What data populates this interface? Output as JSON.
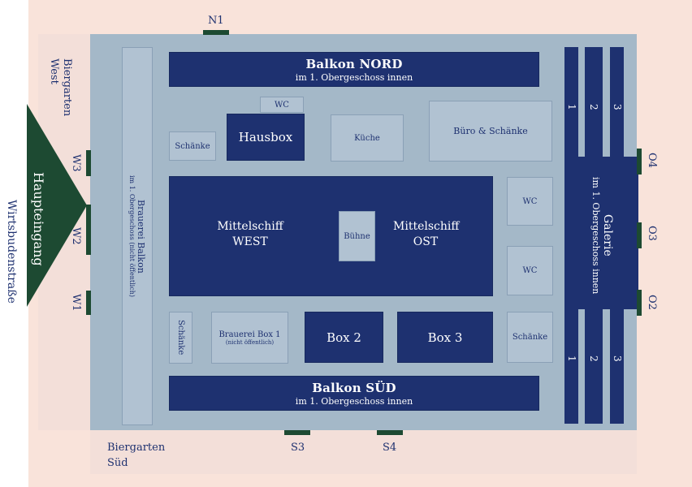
{
  "areas": {
    "biergarten_west": "Biergarten West",
    "biergarten_sued": "Biergarten Süd",
    "street": "Wirtsbudenstraße",
    "haupteingang": "Haupteingang"
  },
  "rooms": {
    "balkon_nord": {
      "title": "Balkon NORD",
      "sub": "im 1. Obergeschoss innen"
    },
    "balkon_sued": {
      "title": "Balkon SÜD",
      "sub": "im 1. Obergeschoss innen"
    },
    "brauerei_balkon": {
      "title": "Brauerei Balkon",
      "sub": "im 1. Obergeschoss (nicht öffentlich)"
    },
    "galerie": {
      "title": "Galerie",
      "sub": "im 1. Obergeschoss innen"
    },
    "schaenke_nw": "Schänke",
    "wc_top": "WC",
    "hausbox": "Hausbox",
    "kueche": "Küche",
    "buero_schaenke": "Büro & Schänke",
    "mittelschiff_west": "Mittelschiff WEST",
    "mittelschiff_ost": "Mittelschiff OST",
    "buehne": "Bühne",
    "wc_right_1": "WC",
    "wc_right_2": "WC",
    "schaenke_sw": "Schänke",
    "brauerei_box1": {
      "title": "Brauerei Box 1",
      "sub": "(nicht öffentlich)"
    },
    "box2": "Box 2",
    "box3": "Box 3",
    "schaenke_se": "Schänke"
  },
  "galerie_lanes": {
    "top": [
      "1",
      "2",
      "3"
    ],
    "bottom": [
      "1",
      "2",
      "3"
    ]
  },
  "doors": {
    "n1": "N1",
    "w1": "W1",
    "w2": "W2",
    "w3": "W3",
    "o2": "O2",
    "o3": "O3",
    "o4": "O4",
    "s3": "S3",
    "s4": "S4"
  },
  "colors": {
    "hall": "#a4b8c8",
    "navy_room": "#1e3170",
    "light_room": "#b1c2d2",
    "outdoor": "#f9e3da",
    "entrance": "#1d4a32",
    "door": "#1d4a32"
  }
}
